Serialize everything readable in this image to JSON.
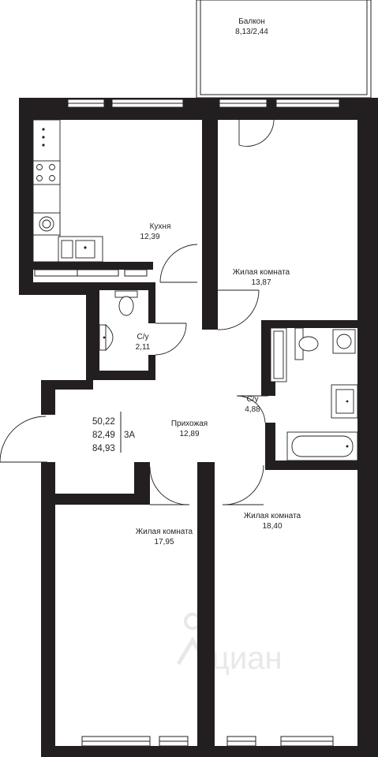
{
  "rooms": {
    "balcony": {
      "name": "Балкон",
      "area": "8,13/2,44"
    },
    "kitchen": {
      "name": "Кухня",
      "area": "12,39"
    },
    "living1": {
      "name": "Жилая комната",
      "area": "13,87"
    },
    "bath1": {
      "name": "С/у",
      "area": "2,11"
    },
    "bath2": {
      "name": "С/у",
      "area": "4,88"
    },
    "hall": {
      "name": "Прихожая",
      "area": "12,89"
    },
    "living2": {
      "name": "Жилая комната",
      "area": "17,95"
    },
    "living3": {
      "name": "Жилая комната",
      "area": "18,40"
    }
  },
  "summary": {
    "living_area": "50,22",
    "total_area": "82,49",
    "total_with_balcony": "84,93",
    "apartment_type": "3А"
  },
  "watermark": "циан"
}
